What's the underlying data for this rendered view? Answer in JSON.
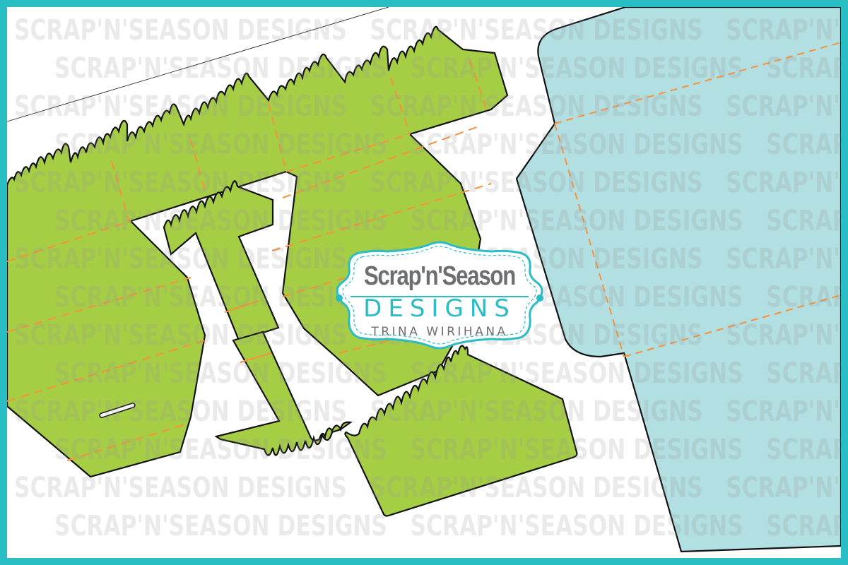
{
  "colors": {
    "border": "#29bec4",
    "grass_green": "#a6ce45",
    "envelope_blue": "#b2dfe2",
    "fold_line_orange": "#f7923a",
    "outline": "#111111",
    "watermark": "#e9e9e9",
    "logo_gray": "#6d6e70",
    "logo_teal": "#2bbcc4"
  },
  "watermark": {
    "text": "SCRAP'N'SEASON DESIGNS"
  },
  "logo": {
    "title": "Scrap'n'Season",
    "subtitle": "DESIGNS",
    "author": "TRINA WIRIHANA"
  },
  "pieces": [
    {
      "name": "grass-box-base",
      "color": "green",
      "description": "Large green die-cut box template with grass edge and fold lines"
    },
    {
      "name": "grass-i-insert",
      "color": "green",
      "description": "I-shaped green insert with grass ends and slot"
    },
    {
      "name": "grass-strip",
      "color": "green",
      "description": "Green grass border strip"
    },
    {
      "name": "envelope-panel",
      "color": "blue",
      "description": "Light blue envelope/box panel with fold lines"
    }
  ]
}
